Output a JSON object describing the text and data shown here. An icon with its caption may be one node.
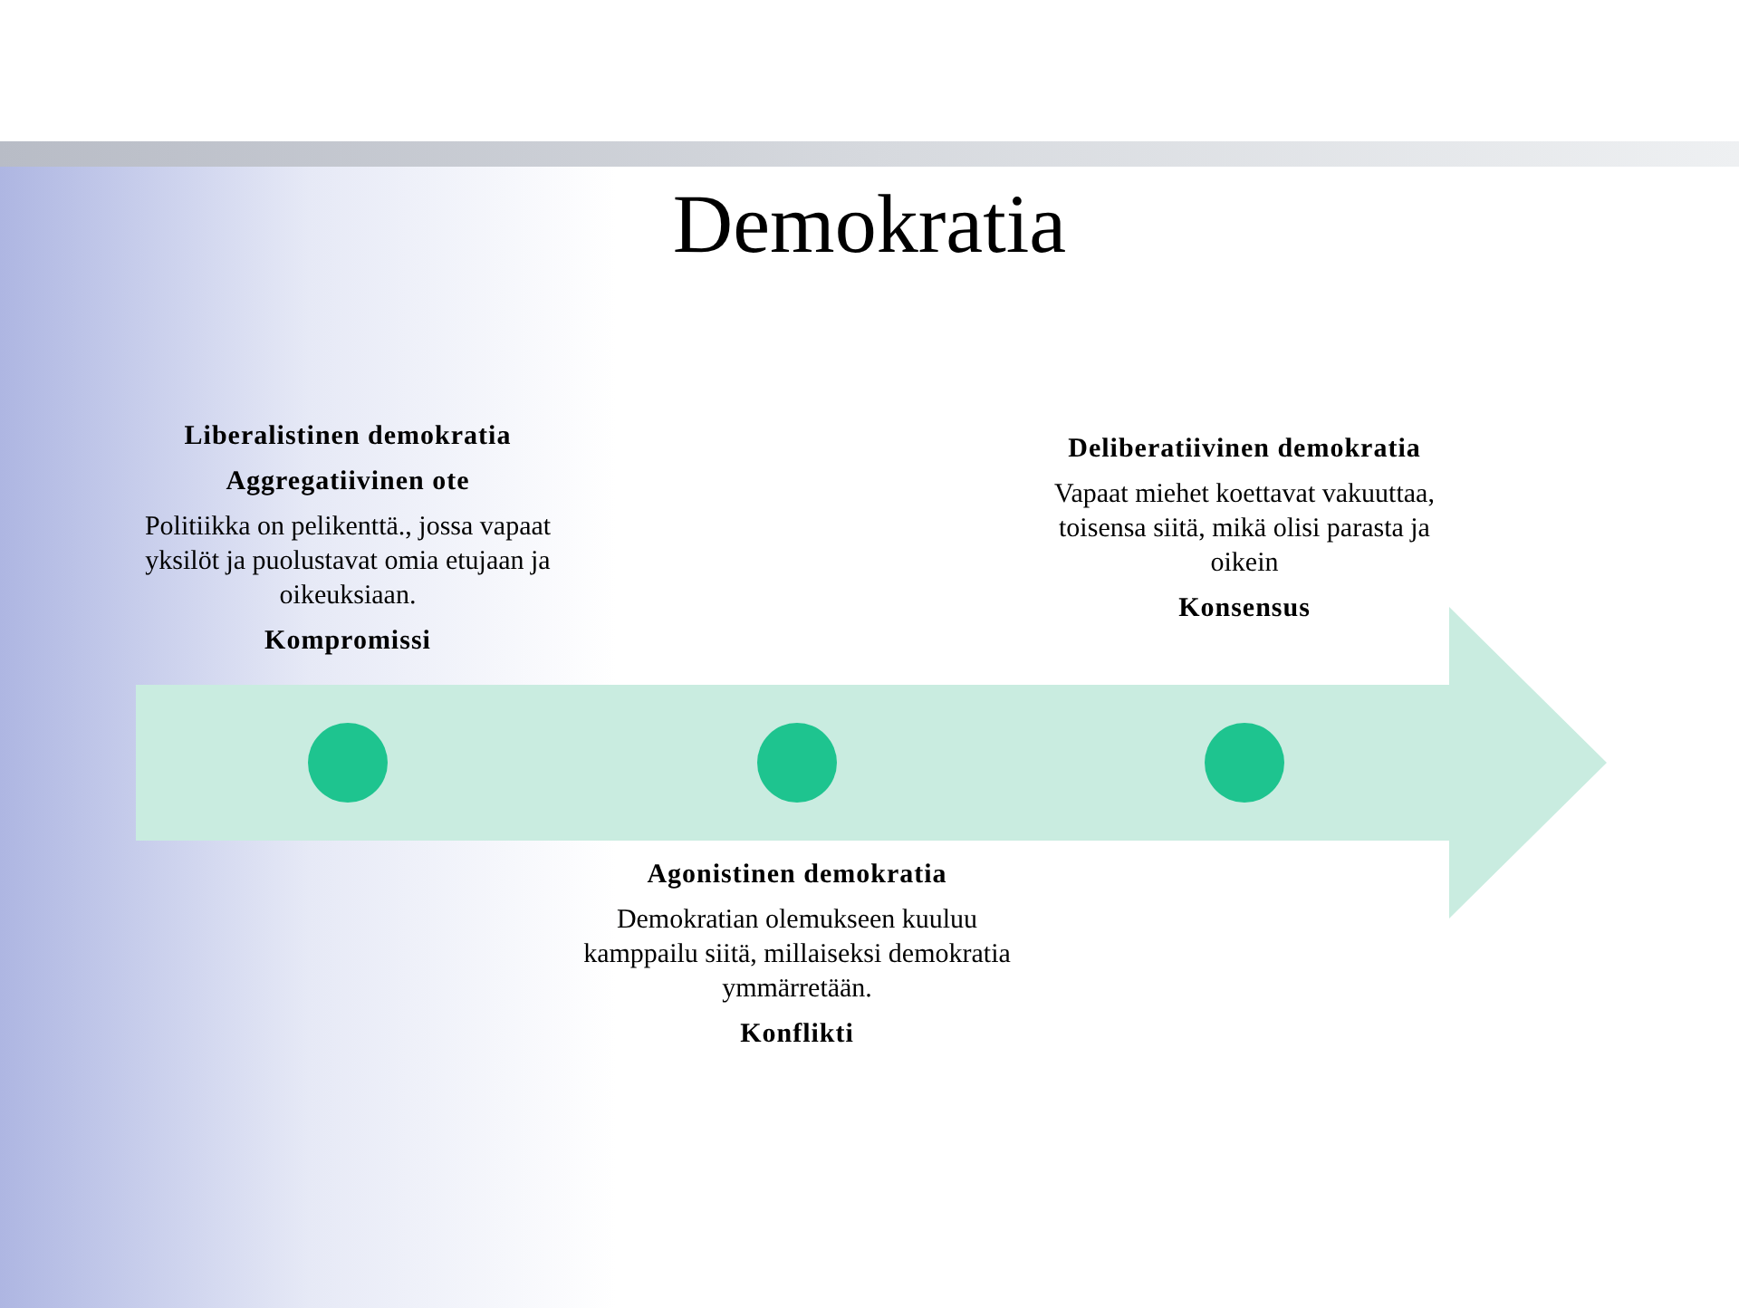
{
  "diagram": {
    "title": "Demokratia",
    "nodes": [
      {
        "text": [],
        "shape": "arrow"
      },
      {
        "text": [],
        "shape": "circle",
        "in": 0,
        "beside": [
          "Liberalistinen demokratia",
          "Aggregatiivinen ote",
          "Politiikka on pelikenttä., jossa vapaat yksilöt ja puolustavat omia etujaan ja oikeuksiaan.",
          "Kompromissi"
        ]
      },
      {
        "text": [],
        "shape": "circle",
        "in": 0,
        "beside": [
          "Agonistinen demokratia",
          "Demokratian olemukseen kuuluu kamppailu siitä, millaiseksi demokratia ymmärretään.",
          "Konflikti"
        ]
      },
      {
        "text": [],
        "shape": "circle",
        "in": 0,
        "beside": [
          "Deliberatiivinen demokratia",
          "Vapaat miehet koettavat vakuuttaa, toisensa siitä, mikä olisi parasta ja oikein",
          "Konsensus"
        ]
      }
    ]
  }
}
